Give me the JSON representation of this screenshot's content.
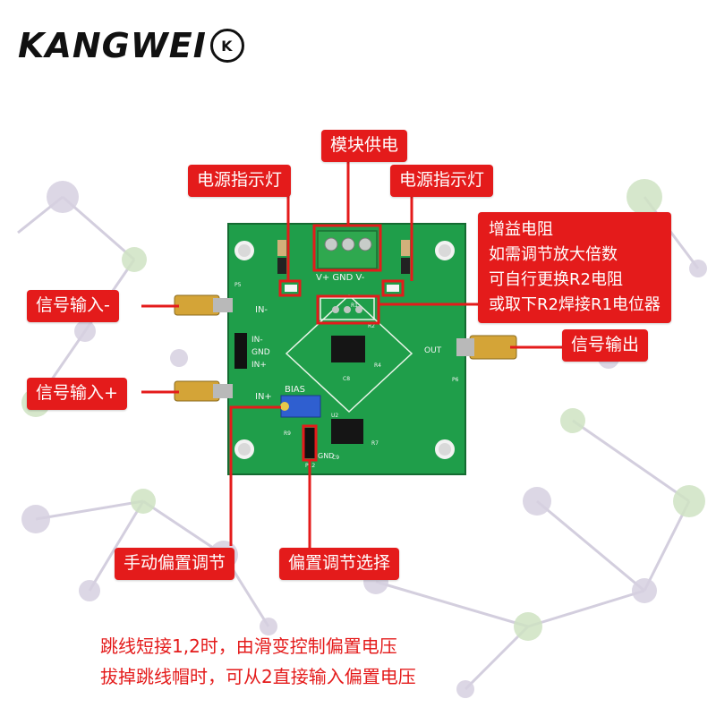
{
  "brand": {
    "name": "KANGWEI",
    "mark": "K"
  },
  "labels": {
    "power_supply": "模块供电",
    "power_led_left": "电源指示灯",
    "power_led_right": "电源指示灯",
    "gain_resistor": "增益电阻\n如需调节放大倍数\n可自行更换R2电阻\n或取下R2焊接R1电位器",
    "signal_in_minus": "信号输入-",
    "signal_in_plus": "信号输入+",
    "signal_out": "信号输出",
    "manual_bias": "手动偏置调节",
    "bias_select": "偏置调节选择"
  },
  "notes": {
    "line1": "跳线短接1,2时，由滑变控制偏置电压",
    "line2": "拔掉跳线帽时，可从2直接输入偏置电压"
  },
  "board": {
    "silk_terminal": "V+  GND  V-",
    "silk_in_minus": "IN-",
    "silk_in_minus2": "IN-",
    "silk_gnd": "GND",
    "silk_in_plus": "IN+",
    "silk_in_plus2": "IN+",
    "silk_bias": "BIAS",
    "silk_out": "OUT",
    "silk_gnd2": "GND",
    "silk_p12": "P12",
    "silk_p5": "P5",
    "silk_p6": "P6",
    "silk_r1": "R1",
    "silk_r2": "R2",
    "silk_r4": "R4",
    "silk_r7": "R7",
    "silk_r9": "R9",
    "silk_c8": "C8",
    "silk_c9": "C9",
    "silk_u2": "U2"
  },
  "colors": {
    "accent": "#e41b1b",
    "pcb": "#1f9e4a",
    "sma_gold": "#d4a437",
    "terminal": "#2fa84f"
  }
}
